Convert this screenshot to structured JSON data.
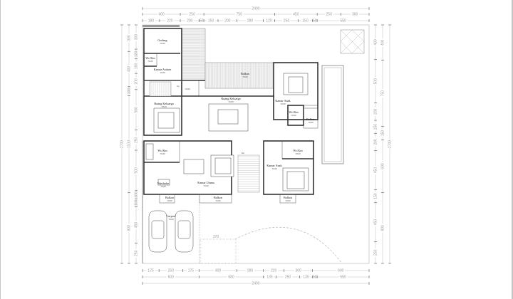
{
  "dimensions": {
    "top_total": [
      2400
    ],
    "top_row1": [
      400,
      250,
      750,
      450,
      250,
      300
    ],
    "top_row2": [
      180,
      220,
      200,
      50,
      150,
      200,
      280,
      120,
      250,
      150,
      50,
      550
    ],
    "bottom_row1": [
      175,
      250,
      175,
      400,
      280,
      220,
      300,
      600
    ],
    "bottom_row2": [
      600,
      680,
      135,
      250,
      135,
      50,
      550
    ],
    "bottom_total": [
      2400
    ],
    "left_total": [
      2700
    ],
    "left_row1": [
      300,
      400,
      100,
      1100,
      800
    ],
    "left_row2": [
      300,
      120,
      180,
      200,
      500,
      250,
      500,
      100,
      100,
      450,
      250
    ],
    "right_row1": [
      400,
      500,
      200,
      150,
      200,
      450,
      150,
      450,
      250
    ],
    "right_row2": [
      400,
      750,
      150,
      600,
      800
    ],
    "right_total": [
      2700
    ]
  },
  "rooms": {
    "gudang": {
      "name": "Gudang",
      "elev": "±0.00"
    },
    "wc_asisten": {
      "name": "Wc/Km",
      "elev": "±0.00"
    },
    "kamar_asisten": {
      "name": "Kamar Asisten",
      "elev": "±0.00"
    },
    "hall_elev": {
      "elev": "±0.00"
    },
    "up_label": "Up",
    "balkon_top": {
      "name": "Balkon",
      "elev": "±0.00"
    },
    "kamar_anak_1": {
      "name": "Kamar Anak",
      "elev": "±0.00"
    },
    "wc_anak_1": {
      "name": "Wc/Km",
      "elev": "±0.00"
    },
    "balkon_anak_1": {
      "name": "Balkon",
      "elev": "±0.00"
    },
    "ruang_keluarga_1": {
      "name": "Ruang Keluarga",
      "elev": "±0.00"
    },
    "ruang_keluarga_2": {
      "name": "Ruang Keluarga",
      "elev": "±0.00"
    },
    "wc_utama": {
      "name": "Wc/Km",
      "elev": "±0.00"
    },
    "wardrobe": {
      "name": "Wardrobe",
      "elev": "±0.00"
    },
    "kamar_utama": {
      "name": "Kamar Utama",
      "elev": "±0.00"
    },
    "balkon_wardrobe": {
      "name": "Balkon",
      "elev": "±0.00"
    },
    "balkon_utama": {
      "name": "Balkon",
      "elev": "±0.00"
    },
    "dn_label": "Dn",
    "kamar_anak_2": {
      "name": "Kamar Anak",
      "elev": "±0.00"
    },
    "wc_anak_2": {
      "name": "Wc/Km",
      "elev": "±0.00"
    },
    "balkon_anak_2": {
      "name": "Balkon",
      "elev": "±0.00"
    },
    "carport": {
      "name": "Carport",
      "elev": "±0.00"
    },
    "garden_width": "370"
  }
}
